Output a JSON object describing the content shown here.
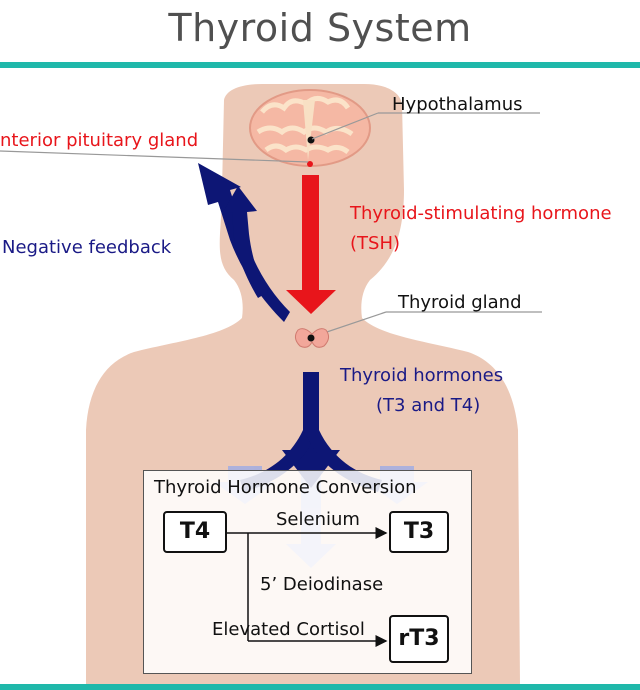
{
  "title": "Thyroid System",
  "labels": {
    "hypothalamus": "Hypothalamus",
    "pituitary": "nterior pituitary gland",
    "tsh_line1": "Thyroid-stimulating hormone",
    "tsh_line2": "(TSH)",
    "negative_feedback": "Negative feedback",
    "thyroid_gland": "Thyroid gland",
    "hormones_line1": "Thyroid hormones",
    "hormones_line2": "(T3 and T4)"
  },
  "conversion": {
    "heading": "Thyroid Hormone Conversion",
    "t4": "T4",
    "t3": "T3",
    "rt3": "rT3",
    "selenium": "Selenium",
    "deiodinase": "5’ Deiodinase",
    "cortisol": "Elevated Cortisol"
  },
  "colors": {
    "body": "#ecc9b7",
    "red": "#e8151b",
    "navy": "#0d1675",
    "accent_bar": "#1fb8aa",
    "light_arrow": "#a6aee0"
  }
}
